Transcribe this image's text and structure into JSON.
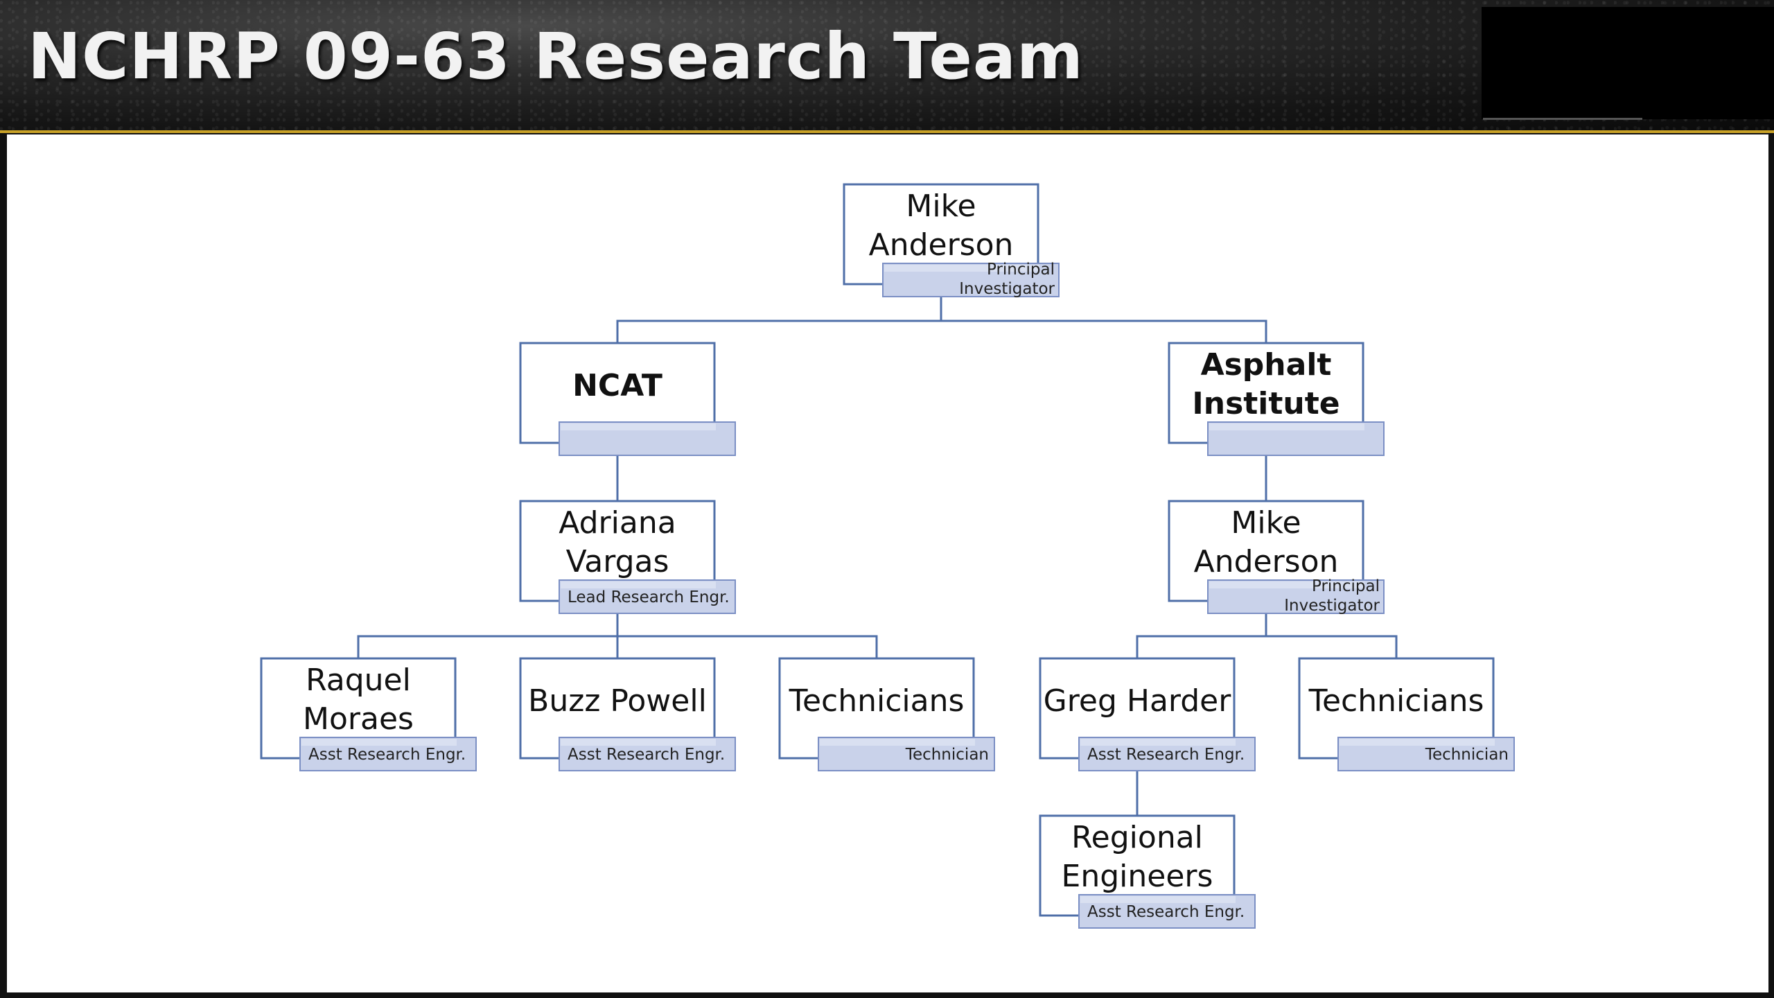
{
  "title": "NCHRP 09-63 Research Team",
  "colors": {
    "box_border": "#4f6fa8",
    "tag_fill": "#c9d2ea",
    "tag_border": "#7b8fc4",
    "connector": "#4f6fa8",
    "accent_rule": "#c9a227"
  },
  "org_chart": {
    "nodes": [
      {
        "id": "pi",
        "name": [
          "Mike",
          "Anderson"
        ],
        "role": [
          "Principal",
          "Investigator"
        ],
        "bold": false
      },
      {
        "id": "ncat",
        "name": [
          "NCAT"
        ],
        "role": [],
        "bold": true
      },
      {
        "id": "ai",
        "name": [
          "Asphalt",
          "Institute"
        ],
        "role": [],
        "bold": true
      },
      {
        "id": "vargas",
        "name": [
          "Adriana",
          "Vargas"
        ],
        "role": [
          "Lead Research Engr."
        ],
        "bold": false
      },
      {
        "id": "anderson2",
        "name": [
          "Mike",
          "Anderson"
        ],
        "role": [
          "Principal",
          "Investigator"
        ],
        "bold": false
      },
      {
        "id": "moraes",
        "name": [
          "Raquel",
          "Moraes"
        ],
        "role": [
          "Asst Research Engr."
        ],
        "bold": false
      },
      {
        "id": "powell",
        "name": [
          "Buzz Powell"
        ],
        "role": [
          "Asst Research Engr."
        ],
        "bold": false
      },
      {
        "id": "tech1",
        "name": [
          "Technicians"
        ],
        "role": [
          "Technician"
        ],
        "bold": false
      },
      {
        "id": "harder",
        "name": [
          "Greg Harder"
        ],
        "role": [
          "Asst Research Engr."
        ],
        "bold": false
      },
      {
        "id": "tech2",
        "name": [
          "Technicians"
        ],
        "role": [
          "Technician"
        ],
        "bold": false
      },
      {
        "id": "regional",
        "name": [
          "Regional",
          "Engineers"
        ],
        "role": [
          "Asst Research Engr."
        ],
        "bold": false
      }
    ],
    "edges": [
      [
        "pi",
        "ncat"
      ],
      [
        "pi",
        "ai"
      ],
      [
        "ncat",
        "vargas"
      ],
      [
        "ai",
        "anderson2"
      ],
      [
        "vargas",
        "moraes"
      ],
      [
        "vargas",
        "powell"
      ],
      [
        "vargas",
        "tech1"
      ],
      [
        "anderson2",
        "harder"
      ],
      [
        "anderson2",
        "tech2"
      ],
      [
        "harder",
        "regional"
      ]
    ]
  }
}
